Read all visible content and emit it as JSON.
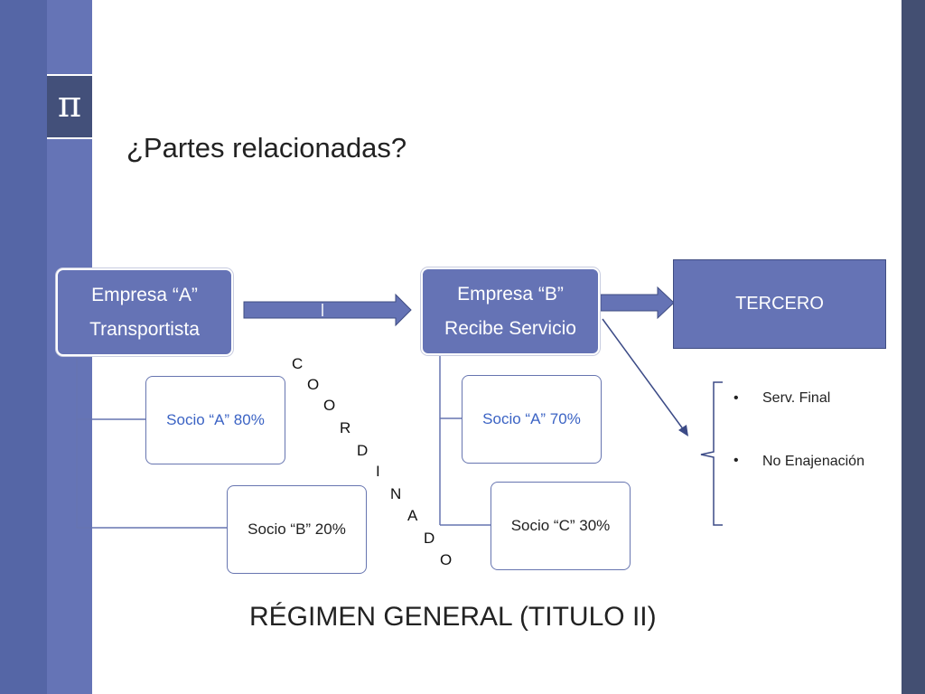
{
  "slide": {
    "title": "¿Partes relacionadas?",
    "pi_symbol": "π",
    "footer_title": "RÉGIMEN GENERAL (TITULO II)"
  },
  "empresa_a": {
    "line1": "Empresa “A”",
    "line2": "Transportista"
  },
  "empresa_b": {
    "line1": "Empresa “B”",
    "line2": "Recibe Servicio"
  },
  "tercero": "TERCERO",
  "socios": {
    "a_80": "Socio “A” 80%",
    "b_20": "Socio “B” 20%",
    "a_70": "Socio “A” 70%",
    "c_30": "Socio “C” 30%"
  },
  "coordinado_letters": [
    "C",
    "O",
    "O",
    "R",
    "D",
    "I",
    "N",
    "A",
    "D",
    "O"
  ],
  "bullets": [
    "Serv.  Final",
    "No Enajenación"
  ],
  "colors": {
    "primary_box": "#6573b5",
    "sidebar": "#5566a6",
    "right_bar": "#434f72",
    "socio_blue_text": "#3b63c4"
  }
}
